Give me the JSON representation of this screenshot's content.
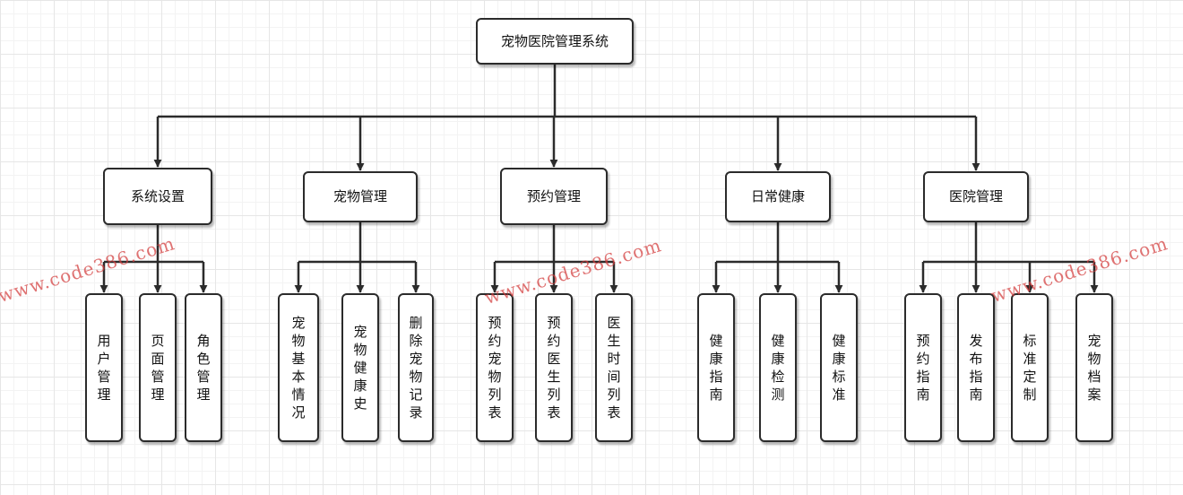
{
  "root": {
    "label": "宠物医院管理系统"
  },
  "categories": [
    {
      "label": "系统设置",
      "children": [
        "用户管理",
        "页面管理",
        "角色管理"
      ]
    },
    {
      "label": "宠物管理",
      "children": [
        "宠物基本情况",
        "宠物健康史",
        "删除宠物记录"
      ]
    },
    {
      "label": "预约管理",
      "children": [
        "预约宠物列表",
        "预约医生列表",
        "医生时间列表"
      ]
    },
    {
      "label": "日常健康",
      "children": [
        "健康指南",
        "健康检测",
        "健康标准"
      ]
    },
    {
      "label": "医院管理",
      "children": [
        "预约指南",
        "发布指南",
        "标准定制",
        "宠物档案"
      ]
    }
  ],
  "watermark": "www.code386.com",
  "colors": {
    "line": "#2b2b2b",
    "watermark": "#d23c3c"
  }
}
